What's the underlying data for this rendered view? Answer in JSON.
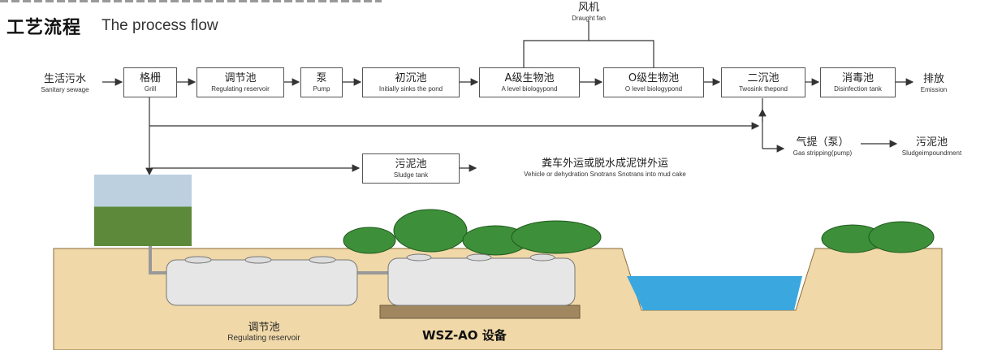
{
  "title": {
    "zh": "工艺流程",
    "en": "The process flow"
  },
  "fan": {
    "zh": "风机",
    "en": "Draught fan"
  },
  "steps": [
    {
      "zh": "生活污水",
      "en": "Sanitary sewage"
    },
    {
      "zh": "格栅",
      "en": "Grill"
    },
    {
      "zh": "调节池",
      "en": "Regulating reservoir"
    },
    {
      "zh": "泵",
      "en": "Pump"
    },
    {
      "zh": "初沉池",
      "en": "Initially sinks the pond"
    },
    {
      "zh": "A级生物池",
      "en": "A level biologypond"
    },
    {
      "zh": "O级生物池",
      "en": "O level biologypond"
    },
    {
      "zh": "二沉池",
      "en": "Twosink thepond"
    },
    {
      "zh": "消毒池",
      "en": "Disinfection tank"
    },
    {
      "zh": "排放",
      "en": "Emission"
    }
  ],
  "gas": {
    "zh": "气提（泵）",
    "en": "Gas stripping(pump)"
  },
  "sludge_impound": {
    "zh": "污泥池",
    "en": "Sludgeimpoundment"
  },
  "sludge_tank": {
    "zh": "污泥池",
    "en": "Sludge tank"
  },
  "transport": {
    "zh": "粪车外运或脱水成泥饼外运",
    "en": "Vehicle or dehydration Snotrans Snotrans into mud cake"
  },
  "bottom": {
    "reservoir": {
      "zh": "调节池",
      "en": "Regulating reservoir"
    },
    "equipment": "WSZ-AO 设备"
  },
  "colors": {
    "soil": "#f0d8a8",
    "tree": "#3e8f3a",
    "water": "#3aa8df",
    "tank": "#e6e6e6"
  }
}
